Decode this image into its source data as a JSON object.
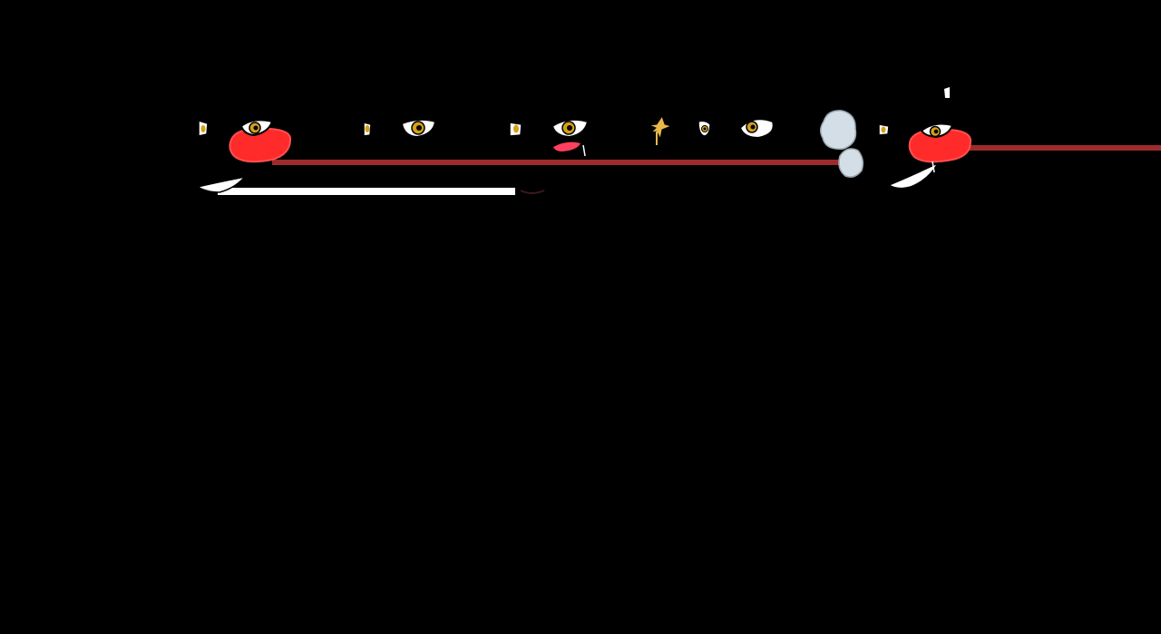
{
  "scene": {
    "background_color": "#000000",
    "colors": {
      "eye_white": "#ffffff",
      "iris": "#d4a017",
      "pupil": "#000000",
      "blush": "#ff2a2a",
      "blush_outline": "#ff5050",
      "blood_line": "#9e2b2b",
      "tongue": "#ff4060",
      "smoke": "#d4dee6",
      "smoke_outline": "#9aa6b0",
      "white_bar": "#ffffff",
      "spark": "#e8b84a"
    },
    "sprites": [
      {
        "name": "frame-1",
        "icons": [
          "small-eye-icon",
          "eye-icon",
          "blush-icon",
          "feather-icon"
        ]
      },
      {
        "name": "frame-2",
        "icons": [
          "small-eye-icon",
          "eye-icon"
        ]
      },
      {
        "name": "frame-3",
        "icons": [
          "small-eye-icon",
          "eye-icon",
          "tongue-icon",
          "mouth-icon"
        ]
      },
      {
        "name": "frame-4",
        "icons": [
          "spark-icon",
          "small-eye-icon",
          "eye-icon"
        ]
      },
      {
        "name": "frame-5",
        "icons": [
          "smoke-icon",
          "small-eye-icon",
          "eye-icon",
          "blush-icon",
          "feather-icon",
          "antenna-icon"
        ]
      }
    ],
    "bars": [
      {
        "name": "white-bar",
        "icon": "health-bar-icon"
      },
      {
        "name": "red-line",
        "icon": "red-line-icon"
      }
    ]
  }
}
